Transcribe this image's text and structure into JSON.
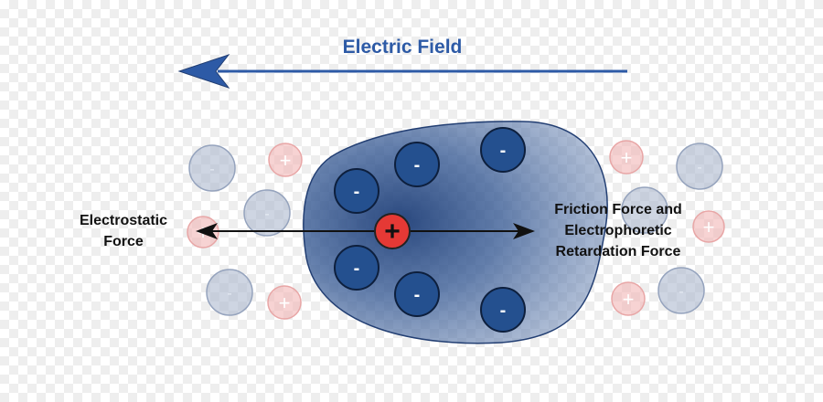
{
  "title": "Electric Field",
  "labels": {
    "electrostatic_line1": "Electrostatic",
    "electrostatic_line2": "Force",
    "friction_line1": "Friction Force and",
    "friction_line2": "Electrophoretic",
    "friction_line3": "Retardation Force"
  },
  "particle": {
    "central_sign": "+",
    "counter_sign": "-"
  },
  "colors": {
    "field_arrow": "#2d5aa6",
    "central_ion": "#e53935",
    "counter_ion": "#24508f",
    "ion_cloud": "#2f4f86"
  },
  "icons": {
    "field_arrow": "left-arrow-icon",
    "central_ion": "plus-ion-icon",
    "counter_ion": "minus-ion-icon",
    "faded_positive": "faded-plus-ion-icon",
    "faded_negative": "faded-minus-ion-icon"
  }
}
